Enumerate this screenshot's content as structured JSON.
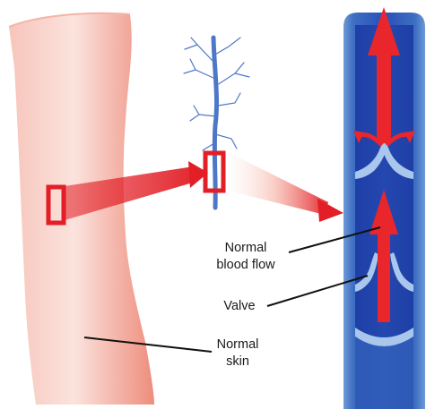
{
  "labels": {
    "normal_blood_flow_line1": "Normal",
    "normal_blood_flow_line2": "blood flow",
    "valve": "Valve",
    "normal_skin_line1": "Normal",
    "normal_skin_line2": "skin"
  },
  "colors": {
    "skin_light": "#fbe1db",
    "skin_dark": "#ef8e7e",
    "highlight_red": "#e21e26",
    "vein_blue": "#3d6fc2",
    "vein_dark": "#1e3fa6",
    "vein_outer": "#6e9ad8",
    "valve_light": "#a9c7ec",
    "capillary_blue": "#4d78c8",
    "flow_arrow_red": "#e8262c",
    "leader_line": "#111111"
  }
}
